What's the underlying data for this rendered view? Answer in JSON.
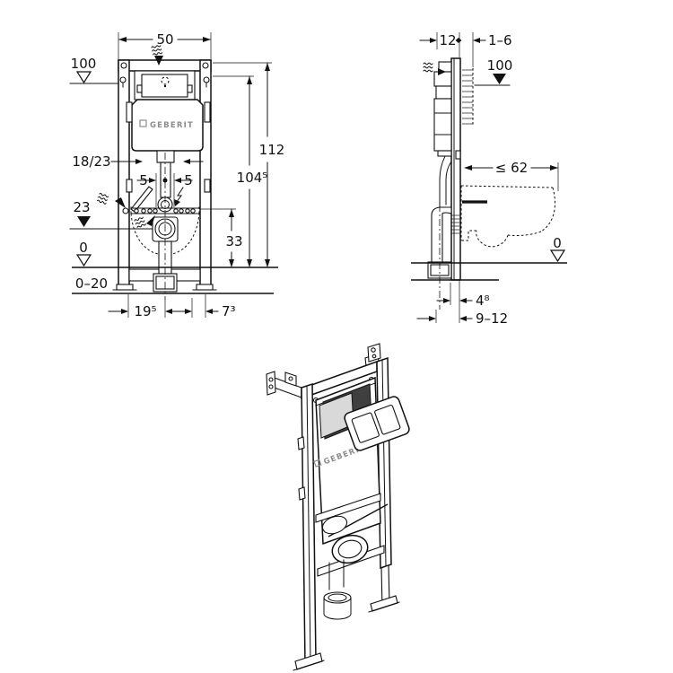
{
  "drawing": {
    "front_view": {
      "dim_width": "50",
      "level_actuation": "100",
      "dim_height_total": "112",
      "dim_height_top_fix": "104⁵",
      "dim_flush_pipe": "18/23",
      "dim_5_left": "5",
      "dim_5_right": "5",
      "level_outlet": "23",
      "dim_outlet_height": "33",
      "level_zero": "0",
      "range_floor": "0–20",
      "dim_leg_to_center": "19⁵",
      "dim_leg_offset": "7³",
      "logo": "GEBERIT"
    },
    "side_view": {
      "dim_depth": "12",
      "dim_wall_finish": "1–6",
      "level_actuation": "100",
      "dim_pan_max": "≤ 62",
      "level_zero": "0",
      "dim_48": "4⁸",
      "dim_912": "9–12"
    },
    "perspective_view": {
      "logo": "GEBERIT"
    },
    "colors": {
      "line": "#111111",
      "logo_gray": "#8c8c8c",
      "opening_dark": "#3f3f3f"
    }
  }
}
